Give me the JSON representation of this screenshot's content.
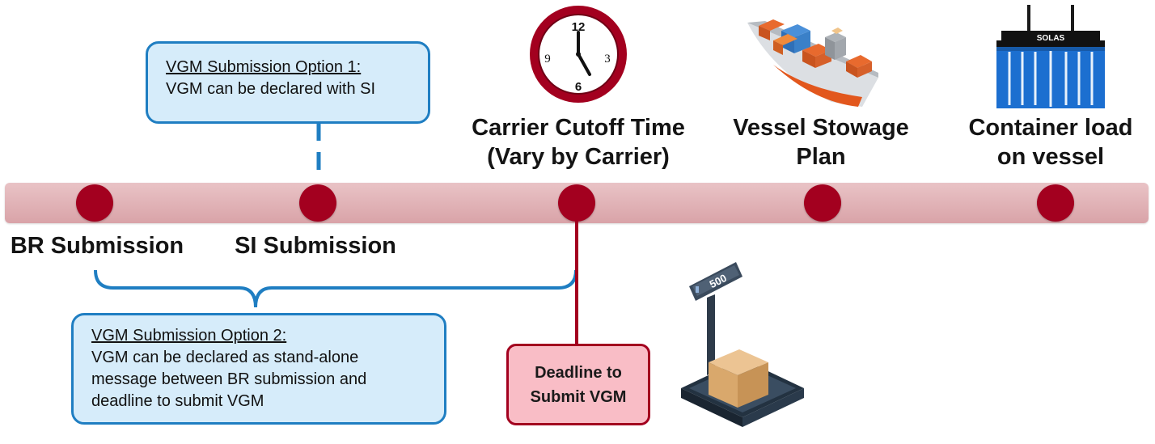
{
  "timeline": {
    "milestones": [
      {
        "id": "br",
        "label_lines": [
          "BR Submission"
        ]
      },
      {
        "id": "si",
        "label_lines": [
          "SI Submission"
        ]
      },
      {
        "id": "cutoff",
        "label_lines": [
          "Carrier Cutoff Time",
          "(Vary by Carrier)"
        ]
      },
      {
        "id": "stowage",
        "label_lines": [
          "Vessel Stowage",
          "Plan"
        ]
      },
      {
        "id": "load",
        "label_lines": [
          "Container load",
          "on vessel"
        ]
      }
    ]
  },
  "option1": {
    "heading": "VGM Submission  Option 1:",
    "text": "VGM can be declared with SI"
  },
  "option2": {
    "heading": "VGM Submission  Option 2:",
    "lines": [
      "VGM can be declared as stand-alone",
      "message between BR submission and",
      "deadline to submit VGM"
    ]
  },
  "deadline": {
    "lines": [
      "Deadline to",
      "Submit VGM"
    ]
  },
  "clock": {
    "numerals": [
      "12",
      "3",
      "6",
      "9"
    ]
  },
  "container_icon": {
    "sign": "SOLAS"
  },
  "scale_icon": {
    "display": "500"
  },
  "colors": {
    "milestone": "#a3001f",
    "timeline": "#e3b8bc",
    "callout_border": "#1f7ec2",
    "callout_fill": "#d6ecfa",
    "deadline_fill": "#f9bdc6",
    "container_blue": "#1c6fd0"
  }
}
